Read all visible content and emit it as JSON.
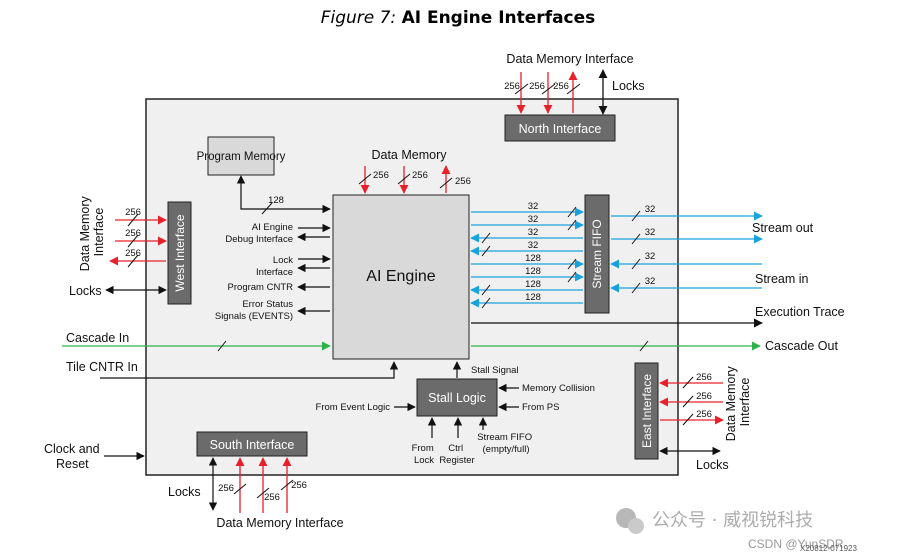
{
  "caption": {
    "prefix": "Figure 7:",
    "title": "AI Engine Interfaces"
  },
  "colors": {
    "red": "#e8202a",
    "blue": "#19a3dd",
    "green": "#2db24a",
    "dark_box": "#6b6b6b",
    "light_box": "#d9d9d9",
    "tile_bg": "#f0f0f0"
  },
  "blocks": {
    "ai_engine": "AI Engine",
    "program_memory": "Program Memory",
    "north_interface": "North Interface",
    "south_interface": "South Interface",
    "west_interface": "West Interface",
    "east_interface": "East Interface",
    "stream_fifo": "Stream FIFO",
    "stall_logic": "Stall Logic"
  },
  "labels": {
    "data_memory_interface": "Data Memory Interface",
    "data_memory_interface_split": [
      "Data Memory",
      "Interface"
    ],
    "data_memory": "Data Memory",
    "locks": "Locks",
    "stream_out": "Stream out",
    "stream_in": "Stream in",
    "execution_trace": "Execution Trace",
    "cascade_in": "Cascade In",
    "cascade_out": "Cascade Out",
    "tile_cntr_in": "Tile CNTR In",
    "clock_and_reset": [
      "Clock and",
      "Reset"
    ],
    "ai_engine_debug": [
      "AI Engine",
      "Debug Interface"
    ],
    "lock_interface": [
      "Lock",
      "Interface"
    ],
    "program_cntr": "Program CNTR",
    "error_status": [
      "Error Status",
      "Signals (EVENTS)"
    ],
    "stall_signal": "Stall Signal",
    "memory_collision": "Memory Collision",
    "from_ps": "From PS",
    "from_event_logic": "From Event Logic",
    "from_lock": [
      "From",
      "Lock"
    ],
    "ctrl_register": [
      "Ctrl",
      "Register"
    ],
    "stream_fifo_state": [
      "Stream FIFO",
      "(empty/full)"
    ]
  },
  "widths": {
    "w256": "256",
    "w128": "128",
    "w32": "32",
    "north": [
      "256",
      "256",
      "256"
    ],
    "west": [
      "256",
      "256",
      "256"
    ],
    "east": [
      "256",
      "256",
      "256"
    ],
    "south": [
      "256",
      "256",
      "256"
    ],
    "data_memory": [
      "256",
      "256",
      "256"
    ],
    "program": "128",
    "engine_to_fifo": [
      "32",
      "32",
      "32",
      "32",
      "128",
      "128",
      "128",
      "128"
    ],
    "fifo_out": [
      "32",
      "32",
      "32",
      "32"
    ]
  },
  "footer": {
    "watermark": "公众号 · 威视锐科技",
    "csdn": "CSDN @YunSDR",
    "figure_id": "X20812-071923"
  }
}
